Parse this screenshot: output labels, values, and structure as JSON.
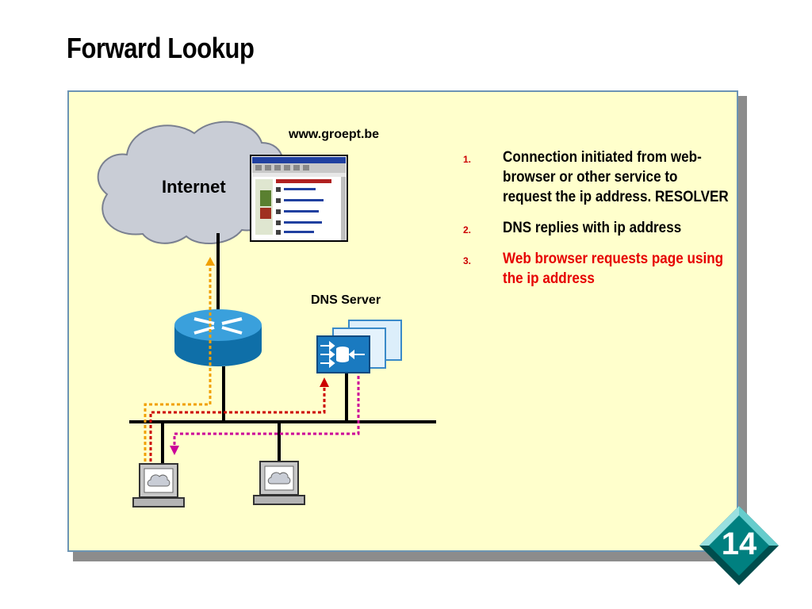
{
  "title": "Forward Lookup",
  "diagram": {
    "internet_label": "Internet",
    "website_label": "www.groept.be",
    "dns_server_label": "DNS Server"
  },
  "steps": [
    {
      "number": "1.",
      "text": "Connection initiated from web-browser or other service to request the ip address. RESOLVER",
      "highlight": false
    },
    {
      "number": "2.",
      "text": "DNS replies with ip address",
      "highlight": false
    },
    {
      "number": "3.",
      "text": "Web browser requests page using the ip address",
      "highlight": true
    }
  ],
  "slide_number": "14",
  "colors": {
    "panel_bg": "#ffffcc",
    "panel_border": "#6c94b4",
    "step_highlight": "#e60000",
    "step_number": "#cc0000",
    "path_request": "#f0a000",
    "path_dns_query": "#cc0000",
    "path_dns_reply": "#cc0099",
    "router": "#1a8ac8",
    "badge": "#007a7a"
  }
}
